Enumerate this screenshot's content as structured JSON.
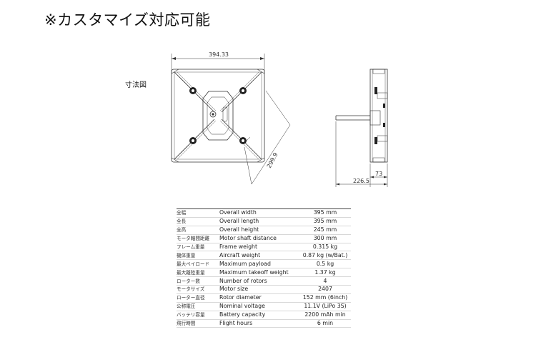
{
  "headline": "※カスタマイズ対応可能",
  "drawing": {
    "section_label": "寸法図",
    "dim_width": "394.33",
    "dim_diagonal": "299.9",
    "dim_side_width": "226.5",
    "dim_side_depth": "73"
  },
  "specs": {
    "rows": [
      {
        "jp": "全幅",
        "en": "Overall width",
        "value": "395 mm"
      },
      {
        "jp": "全長",
        "en": "Overall length",
        "value": "395 mm"
      },
      {
        "jp": "全高",
        "en": "Overall height",
        "value": "245 mm"
      },
      {
        "jp": "モータ軸間距離",
        "en": "Motor shaft distance",
        "value": "300 mm"
      },
      {
        "jp": "フレーム重量",
        "en": "Frame weight",
        "value": "0.315 kg"
      },
      {
        "jp": "機体重量",
        "en": "Aircraft weight",
        "value": "0.87 kg (w/Bat.)"
      },
      {
        "jp": "最大ペイロード",
        "en": "Maximum payload",
        "value": "0.5 kg"
      },
      {
        "jp": "最大離陸重量",
        "en": "Maximum takeoff weight",
        "value": "1.37 kg"
      },
      {
        "jp": "ローター数",
        "en": "Number of rotors",
        "value": "4"
      },
      {
        "jp": "モータサイズ",
        "en": "Motor size",
        "value": "2407"
      },
      {
        "jp": "ローター直径",
        "en": "Rotor diameter",
        "value": "152 mm (6inch)"
      },
      {
        "jp": "公称電圧",
        "en": "Nominal voltage",
        "value": "11.1V (LiPo 3S)"
      },
      {
        "jp": "バッテリ容量",
        "en": "Battery capacity",
        "value": "2200 mAh min"
      },
      {
        "jp": "飛行時間",
        "en": "Flight hours",
        "value": "6 min"
      }
    ]
  }
}
